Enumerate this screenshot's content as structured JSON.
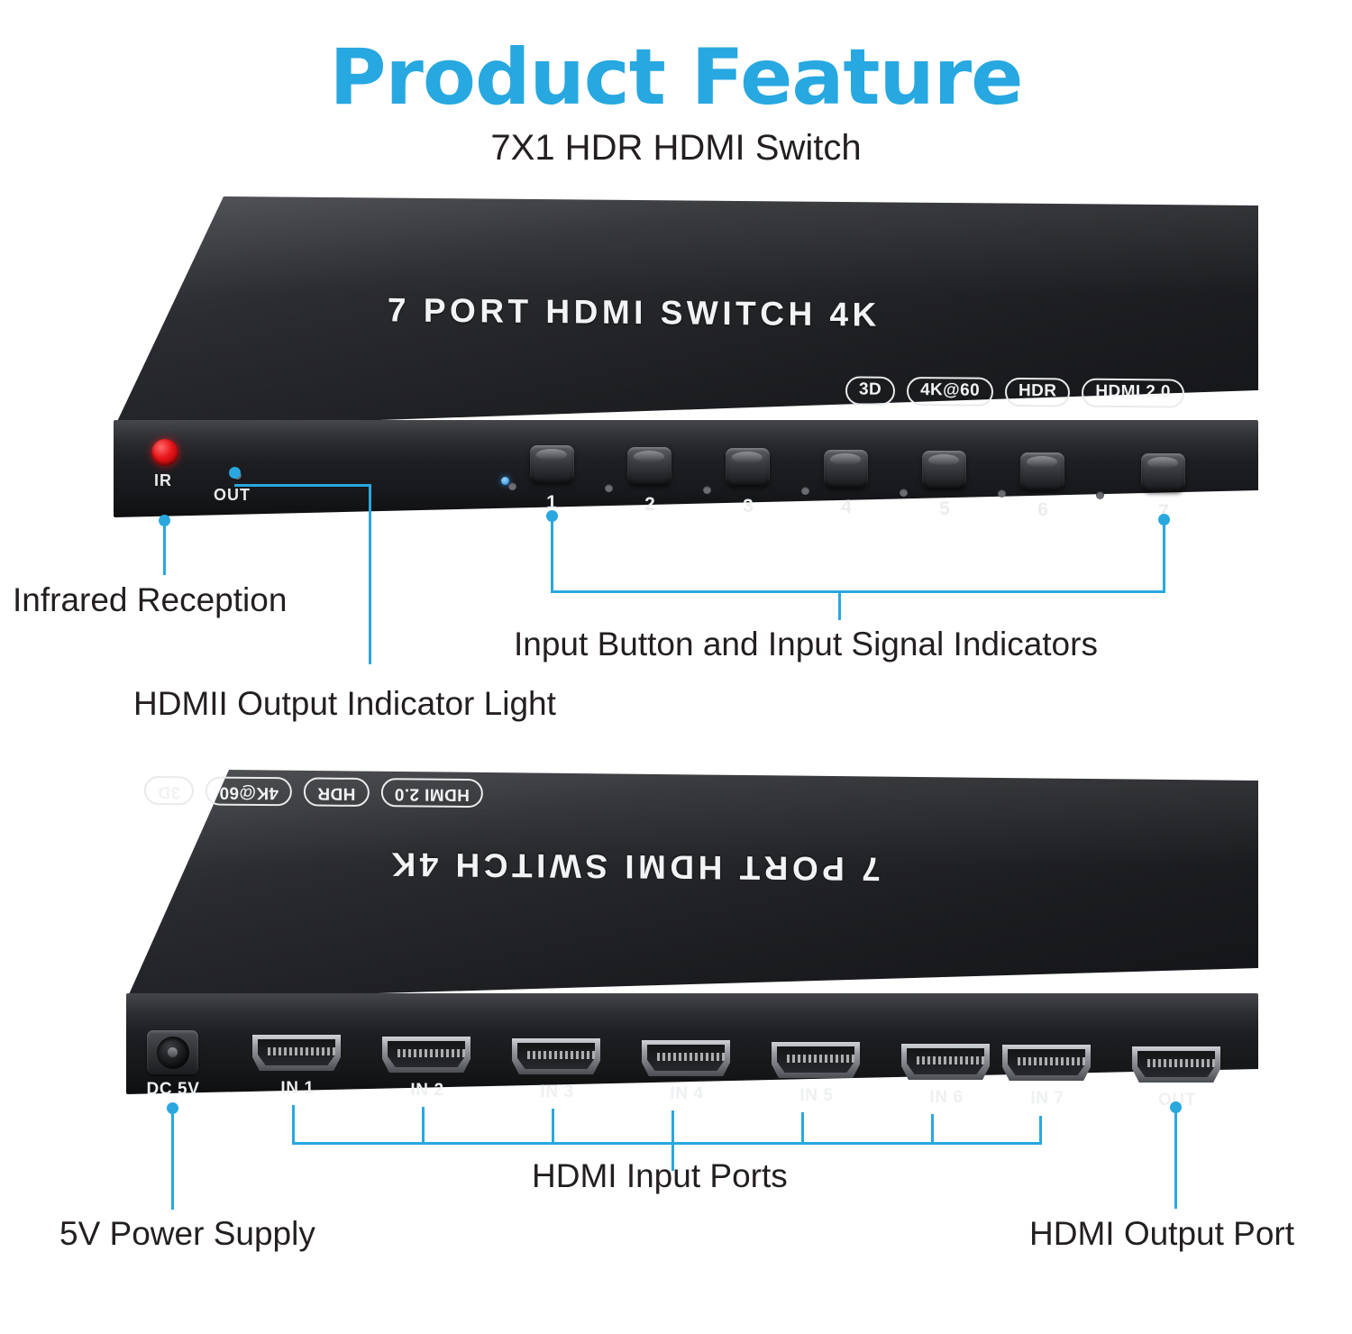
{
  "header": {
    "title": "Product Feature",
    "subtitle": "7X1 HDR HDMI Switch",
    "title_color": "#29a8e0",
    "text_color": "#231f20"
  },
  "front_unit": {
    "silkscreen_title": "7 PORT HDMI SWITCH 4K",
    "badges": [
      "3D",
      "4K@60",
      "HDR",
      "HDMI 2.0"
    ],
    "ir_label": "IR",
    "out_label": "OUT",
    "buttons": [
      "1",
      "2",
      "3",
      "4",
      "5",
      "6",
      "7"
    ]
  },
  "rear_unit": {
    "silkscreen_title": "7 PORT HDMI SWITCH 4K",
    "badges": [
      "HDMI 2.0",
      "HDR",
      "4K@60",
      "3D"
    ],
    "power_label": "DC 5V",
    "input_ports": [
      "IN 1",
      "IN 2",
      "IN 3",
      "IN 4",
      "IN 5",
      "IN 6",
      "IN 7"
    ],
    "output_port": "OUT"
  },
  "callouts": {
    "infrared_reception": "Infrared Reception",
    "hdmi_output_indicator": "HDMII Output Indicator Light",
    "input_buttons": "Input Button and Input Signal Indicators",
    "power_supply": "5V Power Supply",
    "hdmi_input_ports": "HDMI Input Ports",
    "hdmi_output_port": "HDMI Output Port"
  }
}
